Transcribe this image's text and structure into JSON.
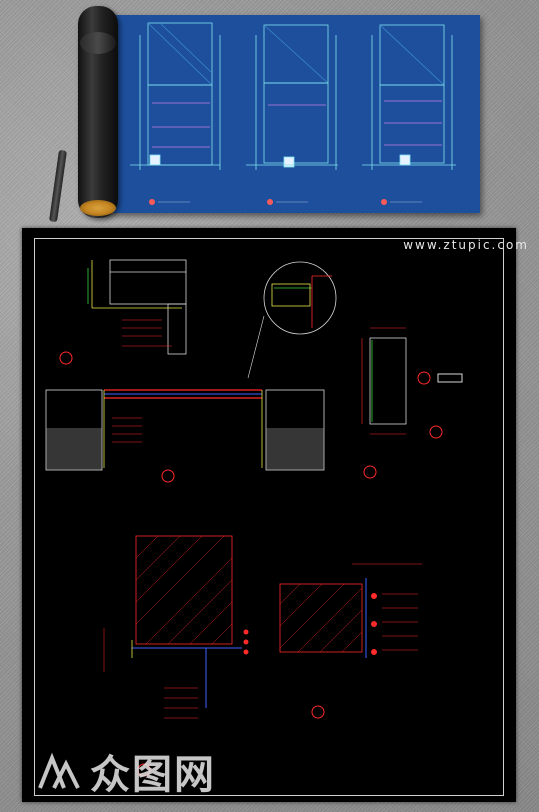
{
  "site": {
    "watermark_text": "www.ztupic.com",
    "logo_text": "众图网"
  },
  "blueprint": {
    "background": "#1d4f9c",
    "panels": 3,
    "line_color": "#6fd6e6"
  },
  "cad": {
    "background": "#000000",
    "accent_red": "#ff2a2a",
    "accent_yellow": "#e8e84a",
    "accent_green": "#3ad23a",
    "accent_blue": "#3a62ff"
  },
  "icons": {
    "paper_roll": "paper-roll-icon",
    "pen": "pen-icon",
    "logo_mark": "logo-mark-icon"
  }
}
